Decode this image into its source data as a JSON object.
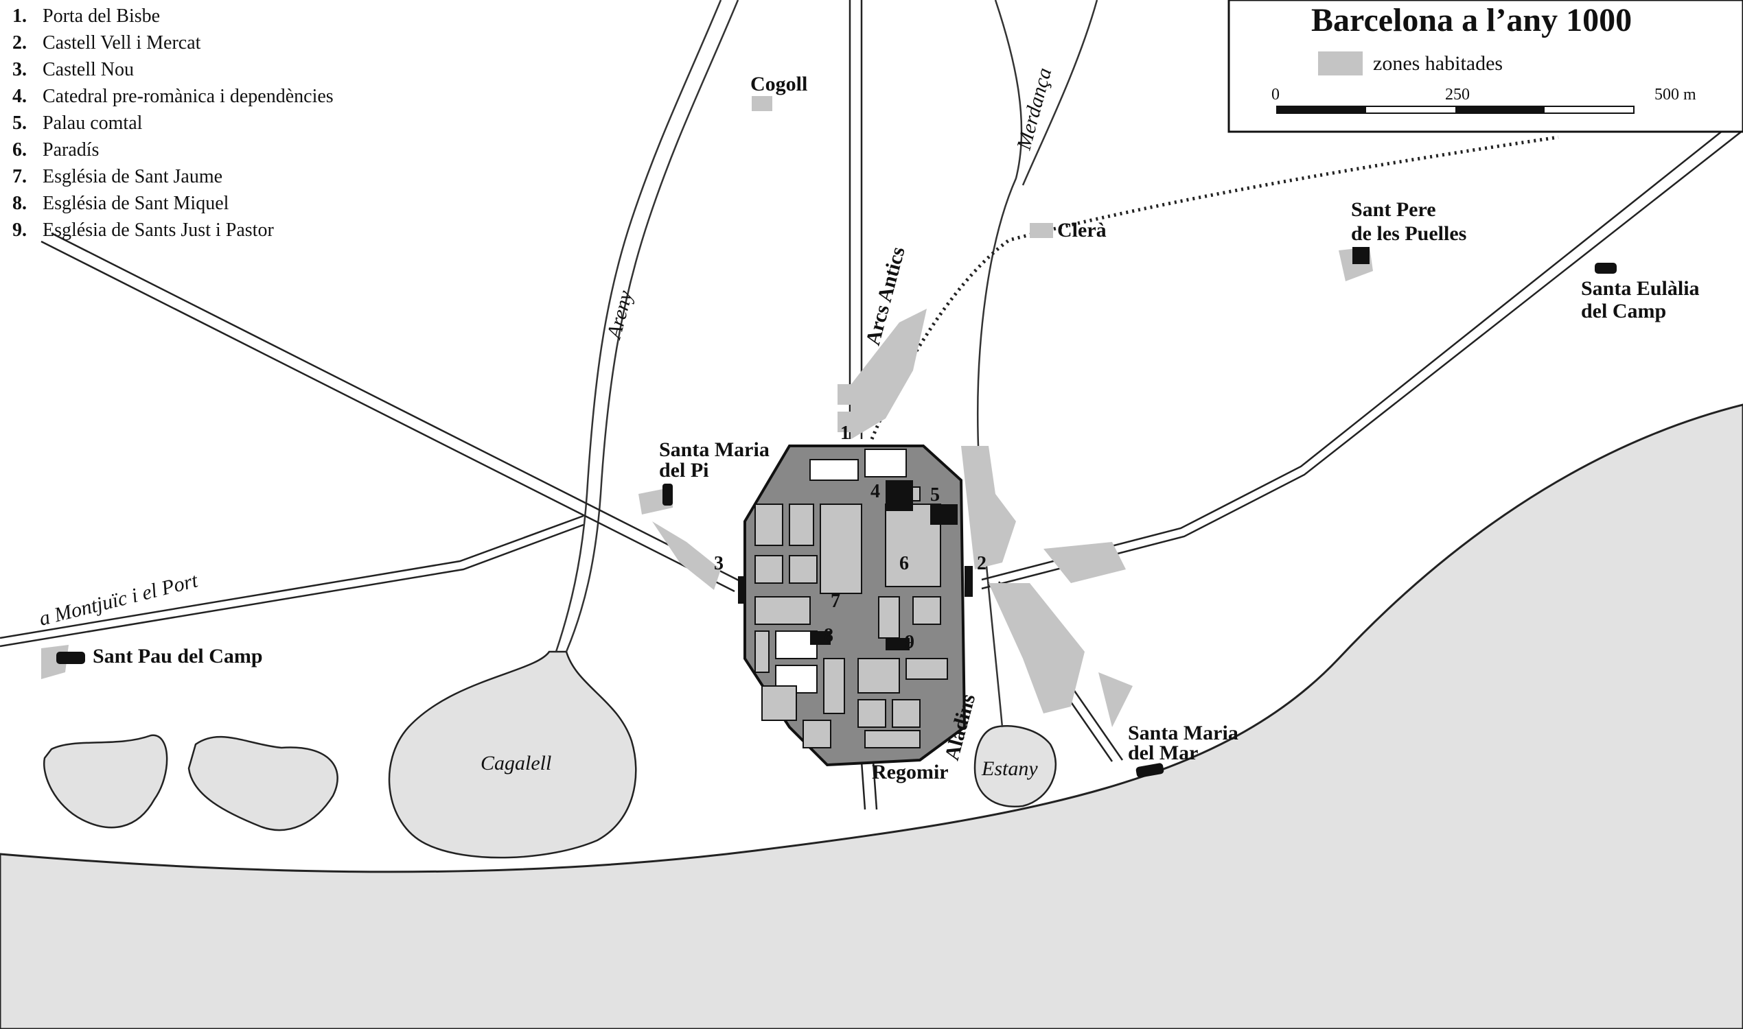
{
  "title": "Barcelona a l’any 1000",
  "key": {
    "swatch_label": "zones habitades",
    "scale_ticks": [
      "0",
      "250",
      "500 m"
    ]
  },
  "legend": [
    {
      "num": "1.",
      "text": "Porta del Bisbe"
    },
    {
      "num": "2.",
      "text": "Castell Vell i Mercat"
    },
    {
      "num": "3.",
      "text": "Castell Nou"
    },
    {
      "num": "4.",
      "text": "Catedral pre-romànica i dependències"
    },
    {
      "num": "5.",
      "text": "Palau comtal"
    },
    {
      "num": "6.",
      "text": "Paradís"
    },
    {
      "num": "7.",
      "text": "Església de Sant Jaume"
    },
    {
      "num": "8.",
      "text": "Església de Sant Miquel"
    },
    {
      "num": "9.",
      "text": "Església de Sants Just i Pastor"
    }
  ],
  "places": {
    "cogoll": "Cogoll",
    "clera": "Clerà",
    "sant_pere_1": "Sant Pere",
    "sant_pere_2": "de les Puelles",
    "santa_eulalia_1": "Santa Eulàlia",
    "santa_eulalia_2": "del Camp",
    "santa_maria_pi_1": "Santa Maria",
    "santa_maria_pi_2": "del Pi",
    "sant_pau": "Sant Pau del Camp",
    "santa_maria_mar_1": "Santa Maria",
    "santa_maria_mar_2": "del Mar",
    "regomir": "Regomir"
  },
  "features": {
    "areny": "Areny",
    "merdansa": "Merdança",
    "arcs_antics": "Arcs Antics",
    "aladins": "Aladins",
    "cagalell": "Cagalell",
    "estany": "Estany",
    "montjuic": "a Montjuïc i el Port"
  },
  "city_numbers": [
    "1",
    "2",
    "3",
    "4",
    "5",
    "6",
    "7",
    "8",
    "9"
  ],
  "colors": {
    "sea": "#e2e2e2",
    "inhabited": "#c4c4c4",
    "ink": "#111111",
    "building": "#111111"
  }
}
